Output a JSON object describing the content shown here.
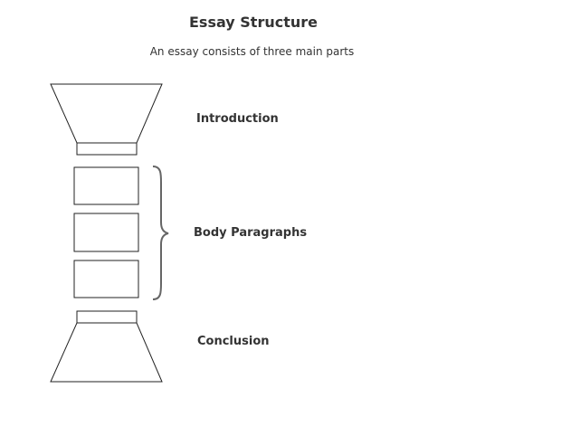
{
  "diagram": {
    "title": "Essay Structure",
    "subtitle": "An essay consists of three main parts"
  },
  "sections": {
    "introduction": "Introduction",
    "body": "Body Paragraphs",
    "conclusion": "Conclusion"
  },
  "colors": {
    "stroke": "#222222",
    "brace": "#666666",
    "text": "#333333"
  }
}
